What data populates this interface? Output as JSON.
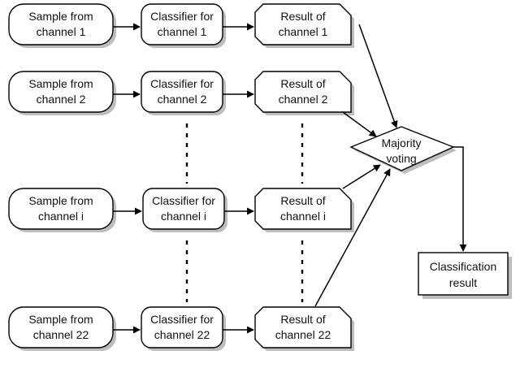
{
  "rows": [
    {
      "sample": [
        "Sample from",
        "channel 1"
      ],
      "classifier": [
        "Classifier for",
        "channel 1"
      ],
      "result": [
        "Result of",
        "channel 1"
      ]
    },
    {
      "sample": [
        "Sample from",
        "channel 2"
      ],
      "classifier": [
        "Classifier for",
        "channel 2"
      ],
      "result": [
        "Result of",
        "channel 2"
      ]
    },
    {
      "sample": [
        "Sample from",
        "channel i"
      ],
      "classifier": [
        "Classifier for",
        "channel i"
      ],
      "result": [
        "Result of",
        "channel i"
      ]
    },
    {
      "sample": [
        "Sample from",
        "channel 22"
      ],
      "classifier": [
        "Classifier for",
        "channel 22"
      ],
      "result": [
        "Result of",
        "channel 22"
      ]
    }
  ],
  "majority": [
    "Majority",
    "voting"
  ],
  "final": [
    "Classification",
    "result"
  ]
}
